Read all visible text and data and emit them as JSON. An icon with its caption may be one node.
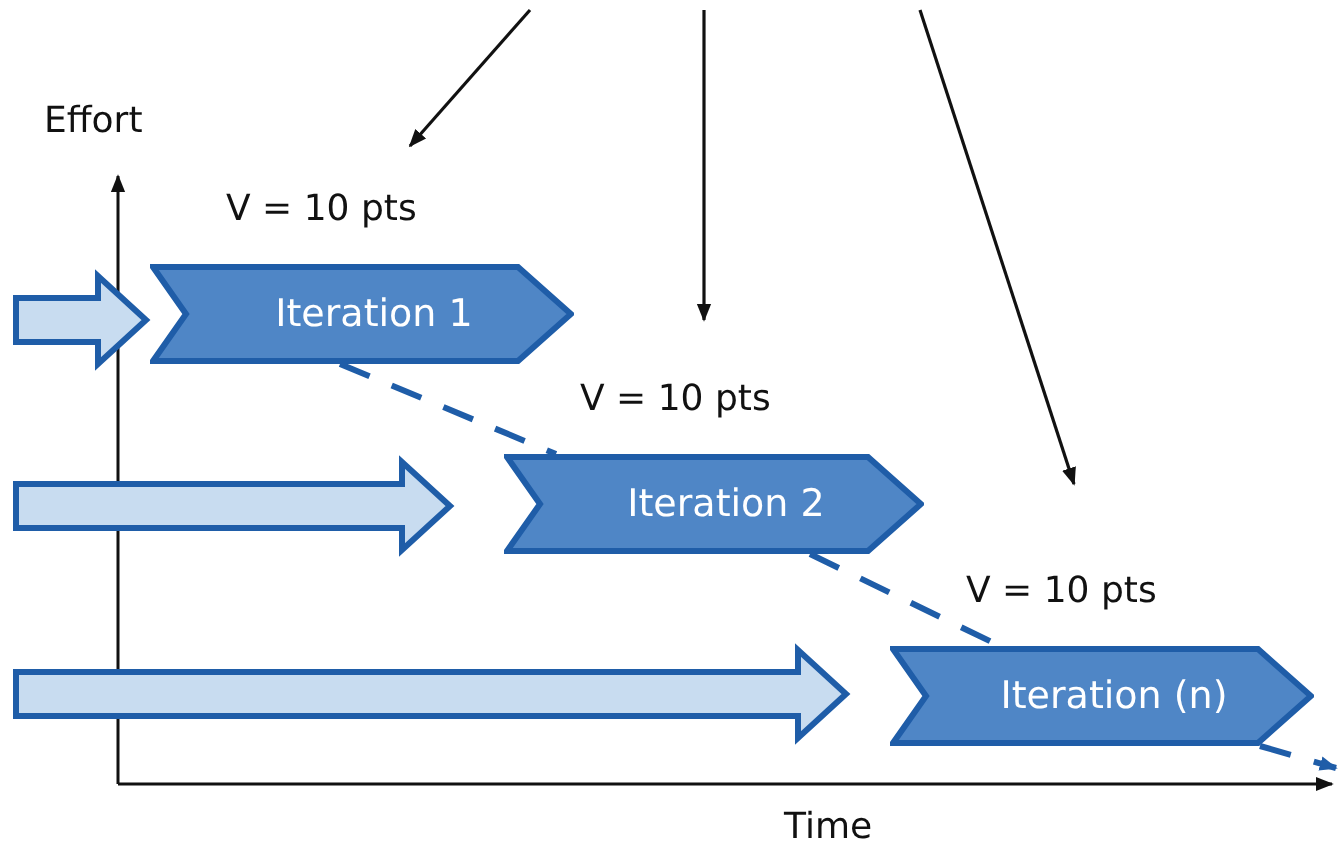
{
  "diagram": {
    "nodes": [
      {
        "text": [
          "Iteration 1"
        ],
        "beside": [
          "V = 10 pts"
        ]
      },
      {
        "text": [
          "Iteration 2"
        ],
        "beside": [
          "V = 10 pts"
        ]
      },
      {
        "text": [
          "Iteration (n)"
        ],
        "beside": [
          "V = 10 pts"
        ]
      }
    ],
    "edges": [
      {
        "from": null,
        "to": 0,
        "arrow": "to"
      },
      {
        "from": null,
        "to": 1,
        "arrow": "to"
      },
      {
        "from": null,
        "to": 2,
        "arrow": "to"
      },
      {
        "from": null,
        "to": 0,
        "arrow": "to",
        "style": "thick",
        "color": "#c8dcf0"
      },
      {
        "from": null,
        "to": 1,
        "arrow": "to",
        "style": "thick",
        "color": "#c8dcf0"
      },
      {
        "from": null,
        "to": 2,
        "arrow": "to",
        "style": "thick",
        "color": "#c8dcf0"
      },
      {
        "from": 0,
        "to": 1,
        "arrow": "none",
        "style": "dashed",
        "color": "#1f5da8"
      },
      {
        "from": 1,
        "to": 2,
        "arrow": "none",
        "style": "dashed",
        "color": "#1f5da8"
      },
      {
        "from": 2,
        "to": null,
        "arrow": "to",
        "style": "dashed",
        "color": "#1f5da8"
      }
    ],
    "labels": [
      "Effort",
      "Time"
    ]
  }
}
